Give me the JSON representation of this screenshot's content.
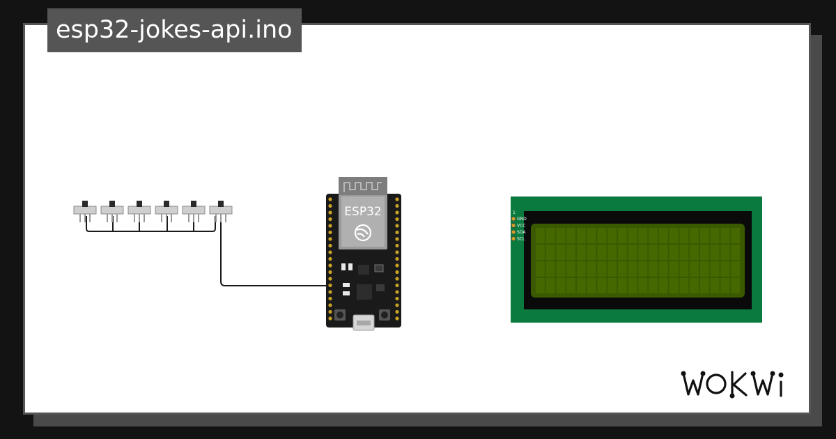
{
  "project": {
    "filename": "esp32-jokes-api.ino"
  },
  "brand": {
    "name": "WOKWI"
  },
  "esp32": {
    "label": "ESP32"
  },
  "lcd": {
    "pin_one_marker": "1",
    "pins": [
      "GND",
      "VCC",
      "SDA",
      "SCL"
    ],
    "columns": 20,
    "rows": 4
  },
  "switches": {
    "count": 6
  },
  "colors": {
    "background": "#131313",
    "card": "#ffffff",
    "tab": "#555555",
    "pcb_green": "#0b7a3e",
    "lcd_screen": "#3b5a00",
    "board": "#1a1a1a",
    "pin_gold": "#c9a227"
  }
}
